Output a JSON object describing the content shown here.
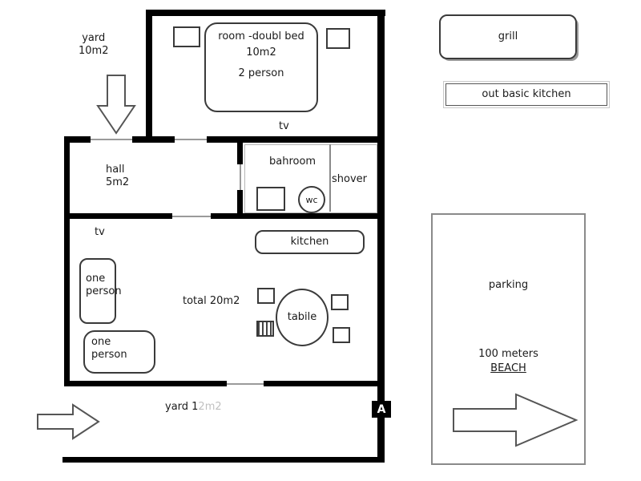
{
  "palette": {
    "wall": "#000000",
    "thin_line": "#9a9a9a",
    "text": "#1a1a1a",
    "outline": "#3a3a3a"
  },
  "plan": {
    "yard_top_label": "yard\n10m2",
    "bedroom": {
      "bed_line1": "room -doubl bed",
      "bed_line2": "10m2",
      "bed_line3": "2 person",
      "tv_label": "tv"
    },
    "hall_label": "hall\n5m2",
    "bathroom": {
      "label": "bahroom",
      "shower_label": "shover",
      "wc_label": "wc"
    },
    "living": {
      "tv_label": "tv",
      "kitchen_label": "kitchen",
      "bed1_label": "one\nperson",
      "bed2_label": "one\nperson",
      "total_label": "total 20m2",
      "table_label": "tabile"
    },
    "yard_bottom_label": "yard 12m2",
    "smudge_letter": "A"
  },
  "outside": {
    "grill_label": "grill",
    "out_kitchen_label": "out basic kitchen",
    "parking": {
      "label": "parking",
      "distance_line1": "100 meters",
      "distance_line2": "BEACH"
    }
  }
}
